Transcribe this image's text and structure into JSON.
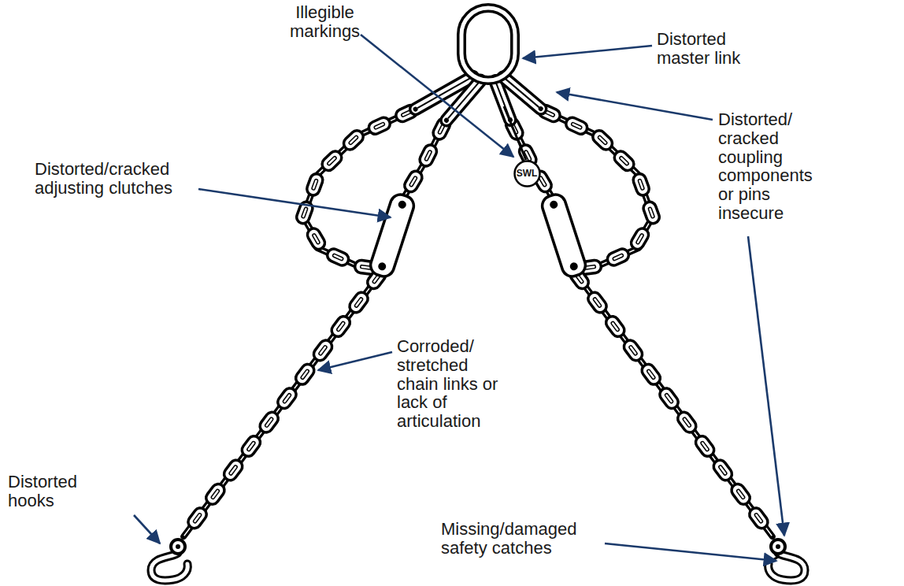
{
  "diagram": {
    "nodes": [
      {
        "text": [
          "SWL"
        ]
      }
    ],
    "labels": [
      "Illegible markings",
      "Distorted master link",
      "Distorted/ cracked coupling components or pins insecure",
      "Distorted/cracked adjusting clutches",
      "Corroded/ stretched chain links or lack of articulation",
      "Distorted hooks",
      "Missing/damaged safety catches"
    ]
  }
}
